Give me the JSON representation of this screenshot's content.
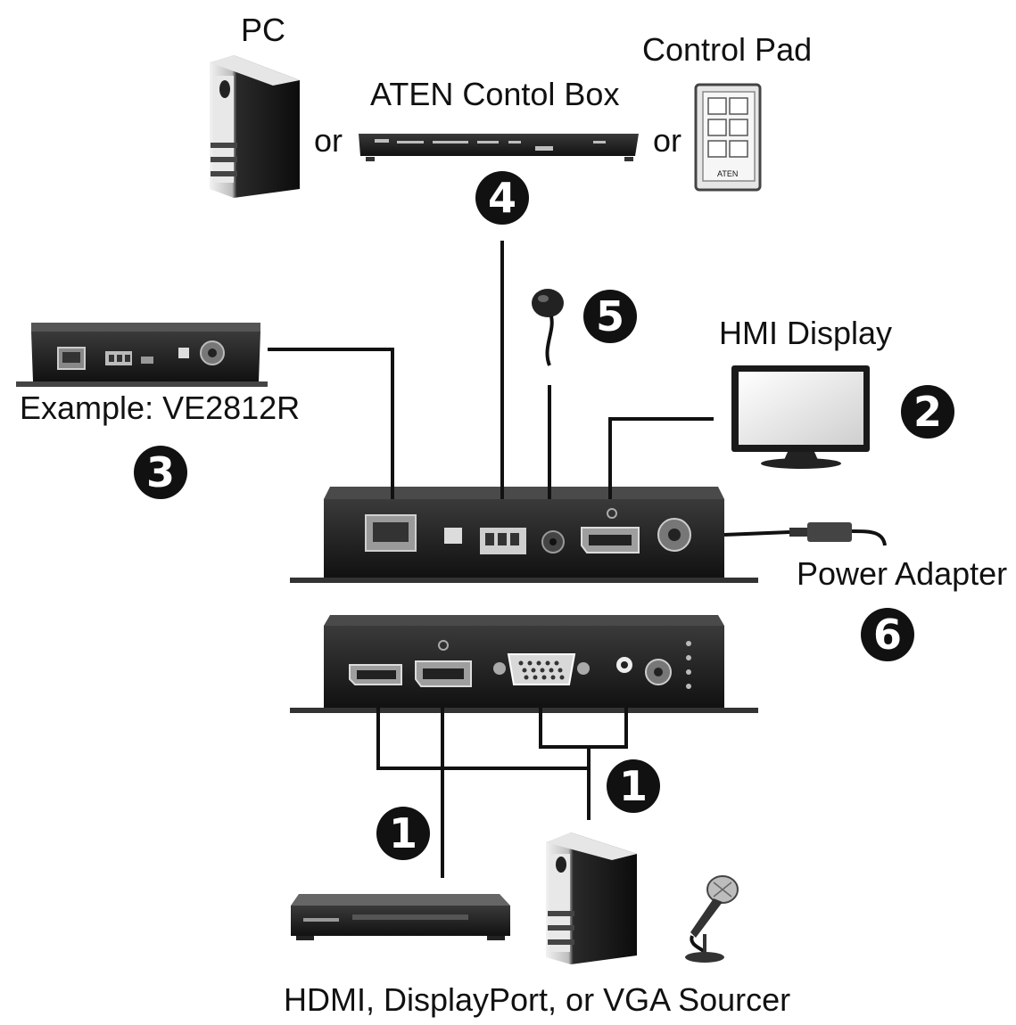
{
  "labels": {
    "pc": "PC",
    "control_box": "ATEN Contol Box",
    "control_pad": "Control Pad",
    "or_left": "or",
    "or_right": "or",
    "hmi_display": "HMI Display",
    "example": "Example: VE2812R",
    "power_adapter": "Power Adapter",
    "sources": "HDMI, DisplayPort, or VGA Sourcer"
  },
  "badges": {
    "b1a": "1",
    "b1b": "1",
    "b2": "2",
    "b3": "3",
    "b4": "4",
    "b5": "5",
    "b6": "6"
  },
  "control_pad_brand": "ATEN",
  "colors": {
    "device_body": "#1c1c1c",
    "device_panel": "#2a2a2a",
    "wire": "#111111",
    "badge": "#111111",
    "background": "#ffffff"
  }
}
